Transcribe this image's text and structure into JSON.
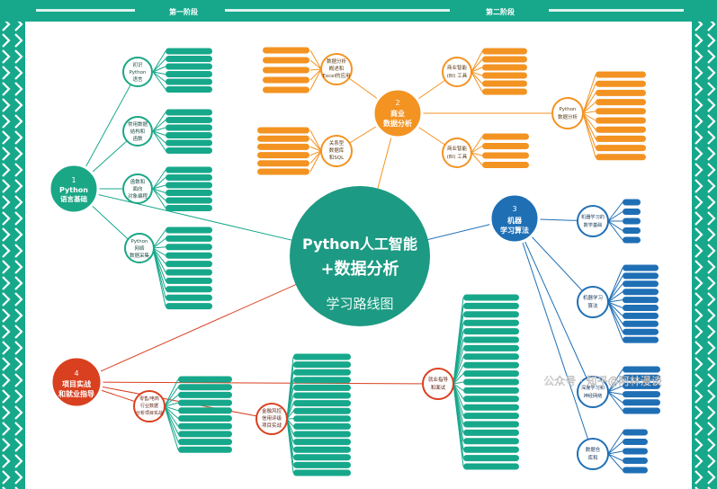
{
  "stages": [
    "第一阶段",
    "第二阶段"
  ],
  "center": {
    "title_line1": "Python人工智能",
    "title_line2": "+数据分析",
    "subtitle": "学习路线图"
  },
  "hubs": [
    {
      "num": "1",
      "line1": "Python",
      "line2": "语言基础"
    },
    {
      "num": "2",
      "line1": "商业",
      "line2": "数据分析"
    },
    {
      "num": "3",
      "line1": "机器",
      "line2": "学习算法"
    },
    {
      "num": "4",
      "line1": "项目实战",
      "line2": "和就业指导"
    }
  ],
  "subnodes": [
    [
      "初识",
      "Python",
      "语言"
    ],
    [
      "常用数据",
      "结构和",
      "函数"
    ],
    [
      "函数和",
      "面向",
      "对象编程"
    ],
    [
      "Python",
      "网络",
      "数据采集"
    ],
    [
      "数据分析",
      "概述和",
      "Excel的应用"
    ],
    [
      "关系型",
      "数据库",
      "和SQL"
    ],
    [
      "商业智能",
      "(BI) 工具"
    ],
    [
      "商业智能",
      "(BI) 工具"
    ],
    [
      "Python",
      "数据分析"
    ],
    [
      "机器学习的",
      "数学基础"
    ],
    [
      "机器学习",
      "算法"
    ],
    [
      "深度学习和",
      "神经网络"
    ],
    [
      "数据仓",
      "库和"
    ],
    [
      "零售/电商",
      "行业数据",
      "分析项目实战"
    ],
    [
      "金融风控",
      "信用评级",
      "项目实战"
    ],
    [
      "就业指导",
      "和面试"
    ]
  ],
  "watermark": "公众号 · 知乎@阿林漫谈"
}
